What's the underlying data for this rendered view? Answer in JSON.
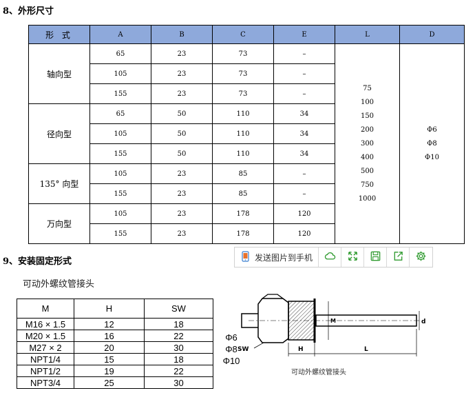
{
  "section8": {
    "title": "8、外形尺寸"
  },
  "table1": {
    "headers": [
      "形 式",
      "A",
      "B",
      "C",
      "E",
      "L",
      "D"
    ],
    "groups": [
      {
        "type": "轴向型",
        "rows": [
          [
            "65",
            "23",
            "73",
            "–"
          ],
          [
            "105",
            "23",
            "73",
            "–"
          ],
          [
            "155",
            "23",
            "73",
            "–"
          ]
        ]
      },
      {
        "type": "径向型",
        "rows": [
          [
            "65",
            "50",
            "110",
            "34"
          ],
          [
            "105",
            "50",
            "110",
            "34"
          ],
          [
            "155",
            "50",
            "110",
            "34"
          ]
        ]
      },
      {
        "type": "135° 向型",
        "rows": [
          [
            "105",
            "23",
            "85",
            "–"
          ],
          [
            "155",
            "23",
            "85",
            "–"
          ]
        ]
      },
      {
        "type": "万向型",
        "rows": [
          [
            "105",
            "23",
            "178",
            "120"
          ],
          [
            "155",
            "23",
            "178",
            "120"
          ]
        ]
      }
    ],
    "L_values": [
      "75",
      "100",
      "150",
      "200",
      "300",
      "400",
      "500",
      "750",
      "1000"
    ],
    "D_values": [
      "Φ6",
      "Φ8",
      "Φ10"
    ]
  },
  "toolbar": {
    "send_label": "发送图片到手机",
    "icons": [
      "phone-send-icon",
      "cloud-icon",
      "expand-icon",
      "save-icon",
      "share-icon",
      "settings-icon"
    ],
    "accent": "#2e9a2e"
  },
  "section9": {
    "title": "9、安装固定形式"
  },
  "figure": {
    "caption_top": "可动外螺纹管接头",
    "headers": [
      "M",
      "H",
      "SW"
    ],
    "rows": [
      [
        "M16 × 1.5",
        "12",
        "18"
      ],
      [
        "M20 × 1.5",
        "16",
        "22"
      ],
      [
        "M27 × 2",
        "20",
        "30"
      ],
      [
        "NPT1/4",
        "15",
        "18"
      ],
      [
        "NPT1/2",
        "19",
        "22"
      ],
      [
        "NPT3/4",
        "25",
        "30"
      ]
    ],
    "phi": [
      "Φ6",
      "Φ8",
      "Φ10"
    ],
    "drawing_labels": {
      "m": "M",
      "d": "d",
      "sw": "SW",
      "h": "H",
      "l": "L"
    },
    "caption_bottom": "可动外螺纹管接头"
  }
}
